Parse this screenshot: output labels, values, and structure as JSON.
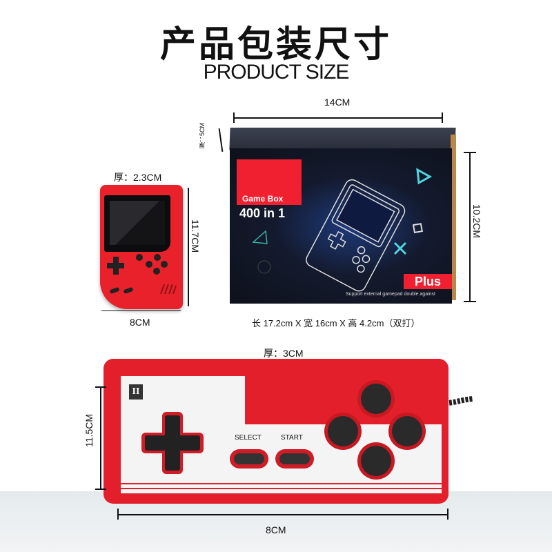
{
  "header": {
    "title": "产品包装尺寸",
    "subtitle": "PRODUCT SIZE"
  },
  "box": {
    "width_label": "14CM",
    "thickness_label": "厚：5CM",
    "height_label": "10.2CM",
    "label_game_box": "Game Box",
    "label_count": "400 in 1",
    "label_plus": "Plus",
    "label_support": "Support external gamepad double against",
    "caption": "长 17.2cm X 宽 16cm X 高 4.2cm（双打）",
    "colors": {
      "front": "#141a2e",
      "label_red": "#f02030",
      "accent_cyan": "#4fd6e0"
    }
  },
  "handheld": {
    "thickness_label": "厚：2.3CM",
    "height_label": "11.7CM",
    "width_label": "8CM",
    "color": "#e8212a"
  },
  "controller": {
    "thickness_label": "厚：3CM",
    "height_label": "11.5CM",
    "width_label": "8CM",
    "badge": "II",
    "select_label": "SELECT",
    "start_label": "START",
    "color": "#e21f2a"
  }
}
